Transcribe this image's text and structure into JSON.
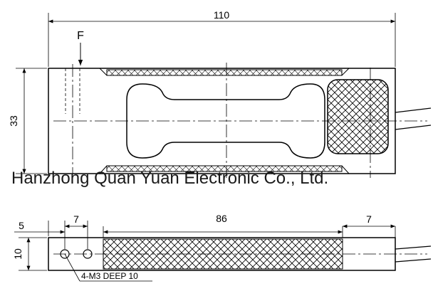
{
  "drawing": {
    "overall_length": "110",
    "height": "33",
    "force_label": "F",
    "bottom_left_offset": "5",
    "hole_spacing_left": "7",
    "middle_length": "86",
    "hole_spacing_right": "7",
    "thickness": "10",
    "thread_note": "4-M3 DEEP 10"
  },
  "watermark": "Hanzhong Quan Yuan Electronic Co., Ltd."
}
